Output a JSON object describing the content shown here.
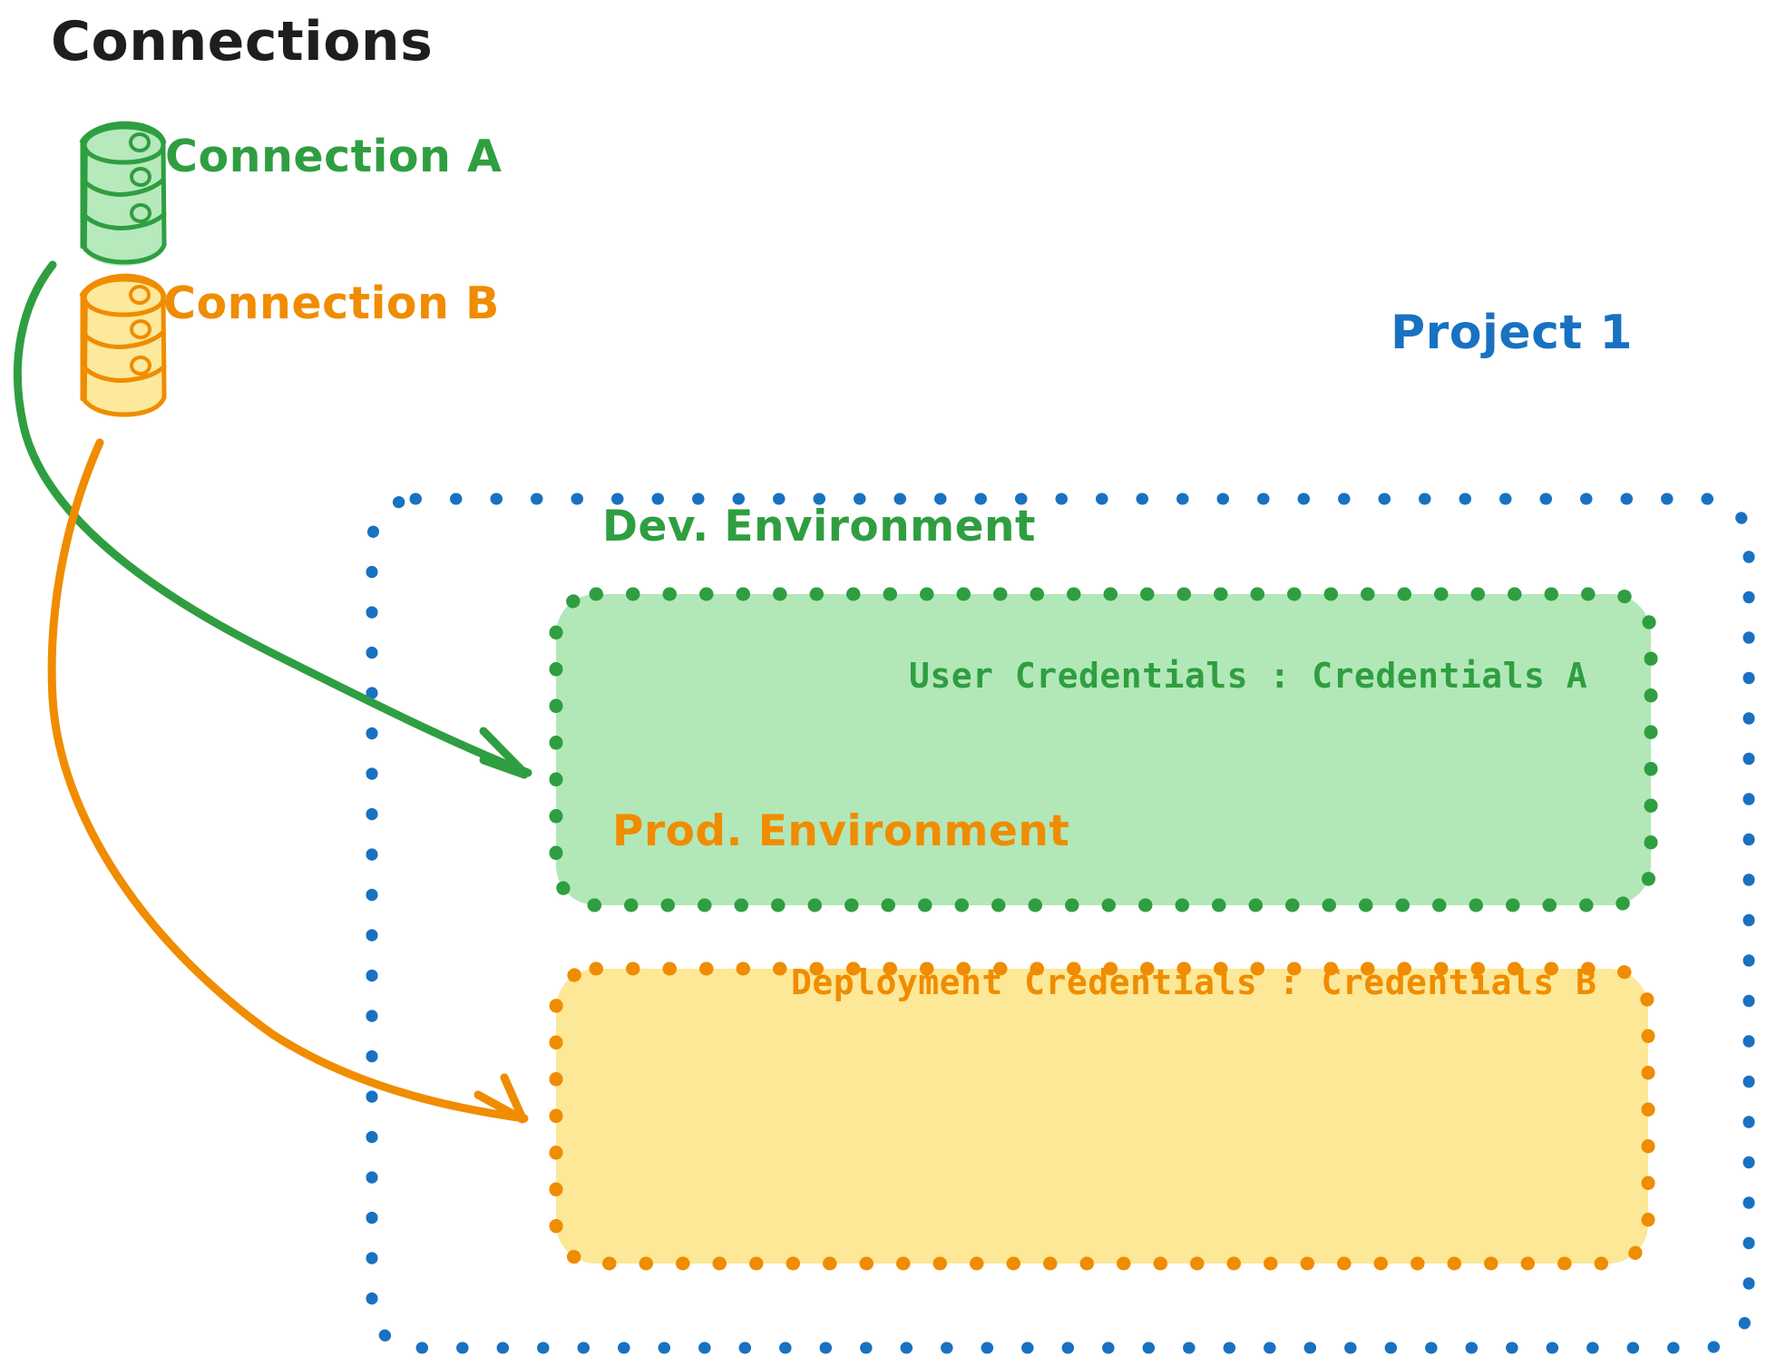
{
  "diagram": {
    "title": "Connections",
    "title_color": "#1e1e1e",
    "connections": [
      {
        "name": "Connection A",
        "color": "#2f9e41",
        "icon": "database-icon"
      },
      {
        "name": "Connection B",
        "color": "#f08c00",
        "icon": "database-icon"
      }
    ],
    "project": {
      "label": "Project 1",
      "color": "#1971c2",
      "border_style": "dotted",
      "environments": [
        {
          "id": "dev",
          "title": "Dev. Environment",
          "credentials_label": "User Credentials : Credentials A",
          "color": "#2f9e41",
          "fill": "#b2e8b8",
          "border_style": "dotted",
          "source_connection": "Connection A"
        },
        {
          "id": "prod",
          "title": "Prod. Environment",
          "credentials_label": "Deployment Credentials : Credentials B",
          "color": "#f08c00",
          "fill": "#fce896",
          "border_style": "dotted",
          "source_connection": "Connection B"
        }
      ]
    },
    "arrows": [
      {
        "from": "Connection A",
        "to": "Dev. Environment",
        "color": "#2f9e41"
      },
      {
        "from": "Connection B",
        "to": "Prod. Environment",
        "color": "#f08c00"
      }
    ]
  }
}
